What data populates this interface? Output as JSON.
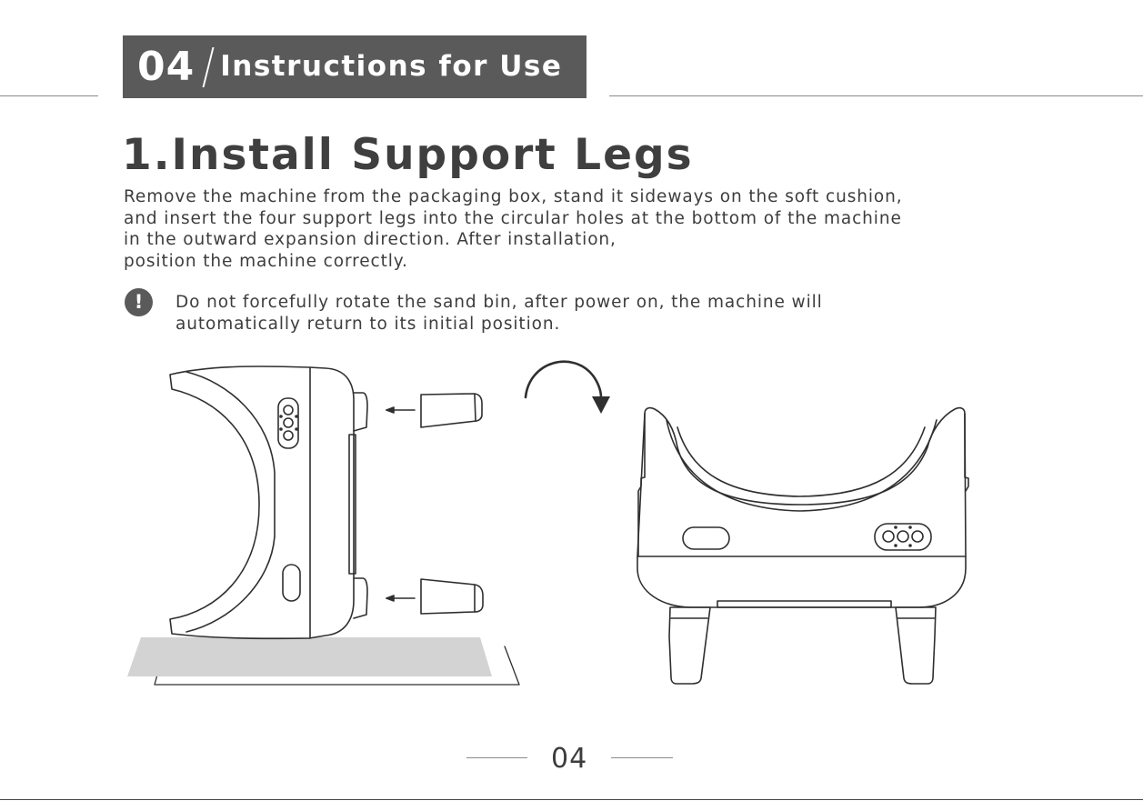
{
  "header": {
    "section_number": "04",
    "section_title": "Instructions for Use"
  },
  "main": {
    "title": "1.Install Support Legs",
    "instructions": [
      "Remove the machine from the packaging box, stand it sideways on the soft cushion,",
      "and insert the four support legs into the circular holes at the bottom of the machine",
      "in the outward expansion direction. After installation,",
      "position the machine correctly."
    ],
    "note": {
      "icon": "exclamation-icon",
      "symbol": "!",
      "lines": [
        "Do not forcefully rotate the sand bin, after power on, the machine will",
        "automatically return to its initial position."
      ]
    }
  },
  "footer": {
    "page_number": "04"
  },
  "colors": {
    "badge": "#5a5a5a",
    "text": "#3d3d3d",
    "cushion": "#d3d3d3"
  }
}
